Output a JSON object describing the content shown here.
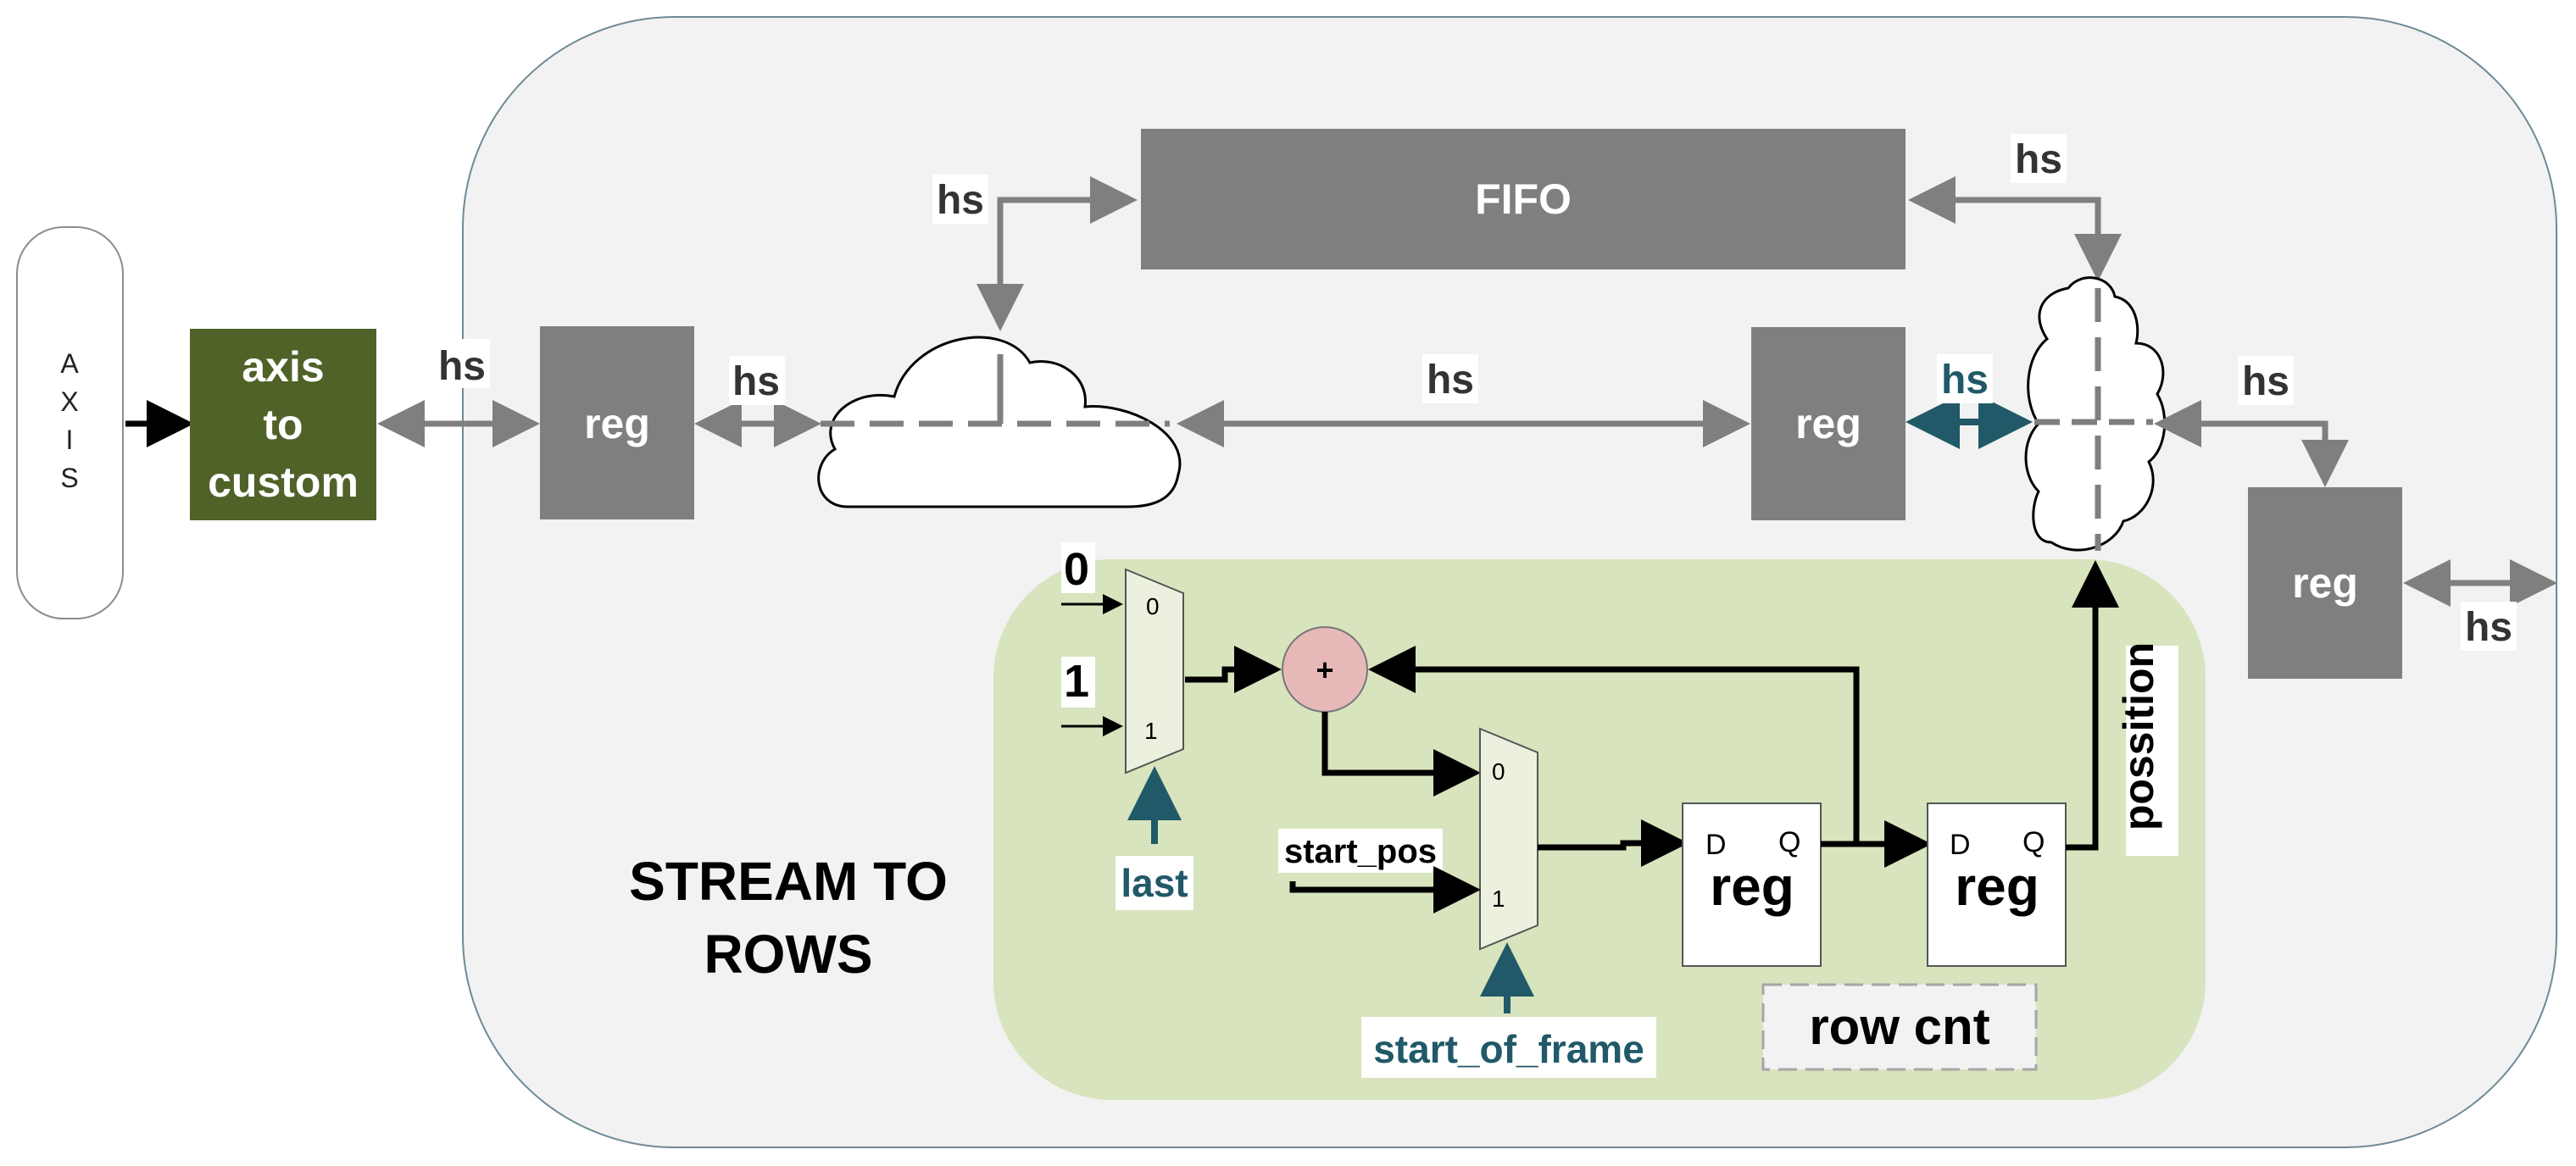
{
  "axis_label": [
    "A",
    "X",
    "I",
    "S"
  ],
  "axis_to_custom": [
    "axis",
    "to",
    "custom"
  ],
  "fifo_label": "FIFO",
  "reg_label": "reg",
  "hs_label": "hs",
  "title_lines": [
    "STREAM TO",
    "ROWS"
  ],
  "mux_inputs": {
    "zero": "0",
    "one": "1"
  },
  "const_zero": "0",
  "const_one": "1",
  "adder_symbol": "+",
  "signal_last": "last",
  "signal_start_pos": "start_pos",
  "signal_start_of_frame": "start_of_frame",
  "ff_d": "D",
  "ff_q": "Q",
  "row_cnt": "row cnt",
  "position": "possition",
  "colors": {
    "outer_fill": "#f2f2f2",
    "outer_stroke": "#6f8a96",
    "green_region": "#d7e4bd",
    "dark_grey_block": "#7f7f7f",
    "olive_block": "#4f6228",
    "teal_signal": "#215968",
    "adder_fill": "#e6b9b8",
    "mux_fill": "#ebf1de"
  }
}
